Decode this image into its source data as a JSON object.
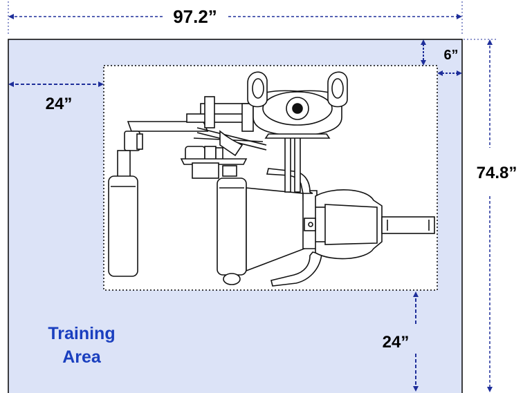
{
  "dimensions": {
    "total_width": "97.2”",
    "total_depth": "74.8”",
    "left_clearance": "24”",
    "right_clearance": "6”",
    "front_clearance": "24”"
  },
  "training_area": {
    "line1": "Training",
    "line2": "Area"
  },
  "colors": {
    "area_fill": "#dce3f7",
    "dimension_line": "#1e2e9a",
    "label_blue": "#1a3fbf",
    "machine_stroke": "#111111"
  }
}
